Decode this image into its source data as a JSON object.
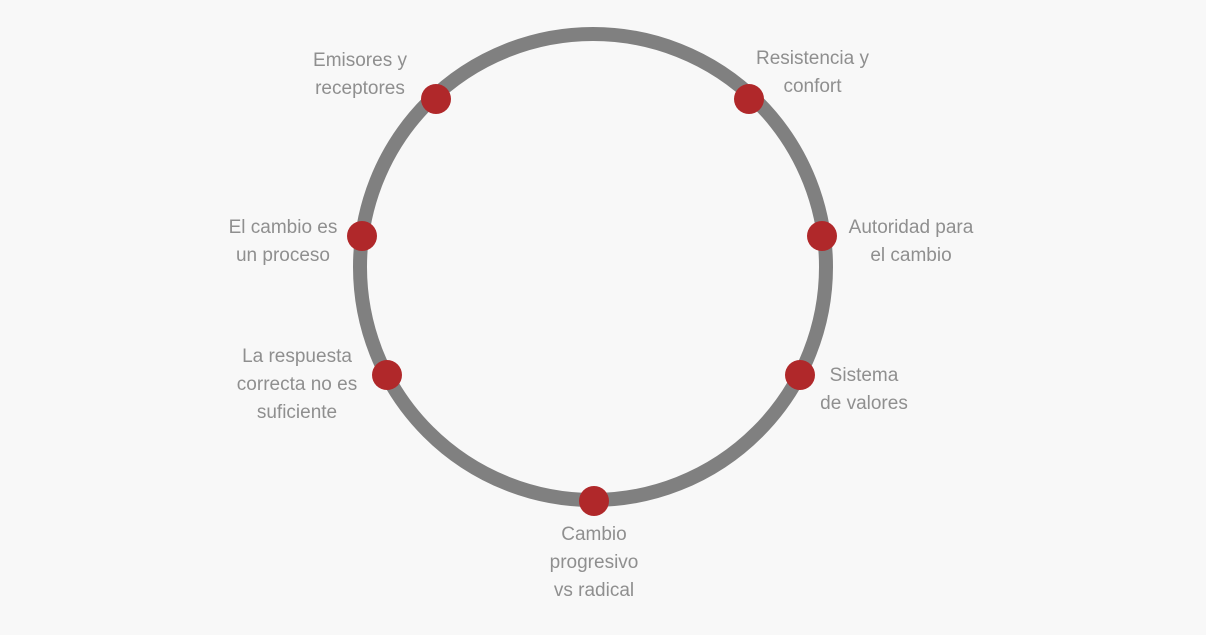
{
  "colors": {
    "ring": "#808080",
    "node": "#b0282a",
    "text": "#8f8f8f",
    "background": "#f8f8f8"
  },
  "nodes": [
    {
      "id": "emisores",
      "lines": [
        "Emisores y",
        "receptores"
      ]
    },
    {
      "id": "resistencia",
      "lines": [
        "Resistencia y",
        "confort"
      ]
    },
    {
      "id": "autoridad",
      "lines": [
        "Autoridad para",
        "el cambio"
      ]
    },
    {
      "id": "sistema",
      "lines": [
        "Sistema",
        "de valores"
      ]
    },
    {
      "id": "cambio-progresivo",
      "lines": [
        "Cambio",
        "progresivo",
        "vs radical"
      ]
    },
    {
      "id": "respuesta",
      "lines": [
        "La respuesta",
        "correcta no es",
        "suficiente"
      ]
    },
    {
      "id": "proceso",
      "lines": [
        "El cambio es",
        "un proceso"
      ]
    }
  ]
}
